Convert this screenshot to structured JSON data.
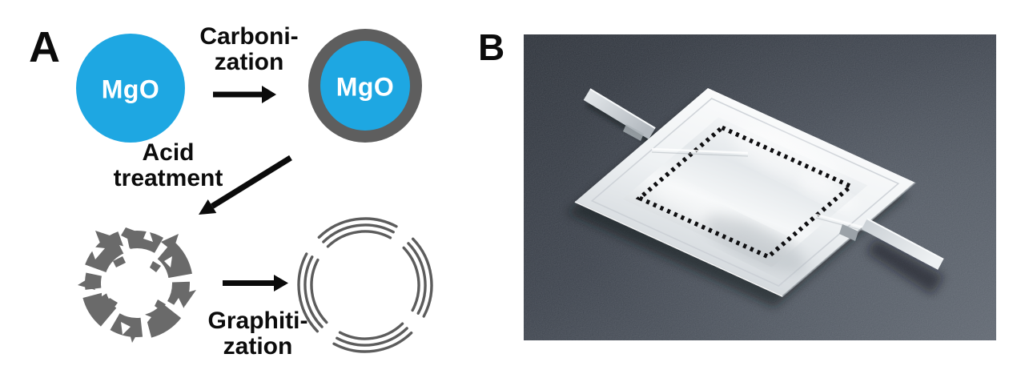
{
  "figure": {
    "panel_a": {
      "label": "A",
      "particles": {
        "core_label": "MgO",
        "coated_core_label": "MgO"
      },
      "steps": {
        "carbonization": {
          "line1": "Carboni-",
          "line2": "zation"
        },
        "acid_treatment": {
          "line1": "Acid",
          "line2": "treatment"
        },
        "graphitization": {
          "line1": "Graphiti-",
          "line2": "zation"
        }
      },
      "colors": {
        "mgo_blue": "#1ea7e2",
        "carbon_gray": "#5e5e5e",
        "fragment_gray": "#6a6a6a",
        "graphite_gray": "#5c5c5c",
        "arrow_black": "#0b0b0b"
      }
    },
    "panel_b": {
      "label": "B",
      "photo": {
        "subject": "Pouch-type cell with two metal tabs on dark textured surface",
        "colors": {
          "bg_dark": "#1f242c",
          "bg_light": "#565d67",
          "pouch_white": "#f2f4f6",
          "tab_silver": "#d9dde1",
          "dash_black": "#0e0e10"
        }
      }
    }
  }
}
